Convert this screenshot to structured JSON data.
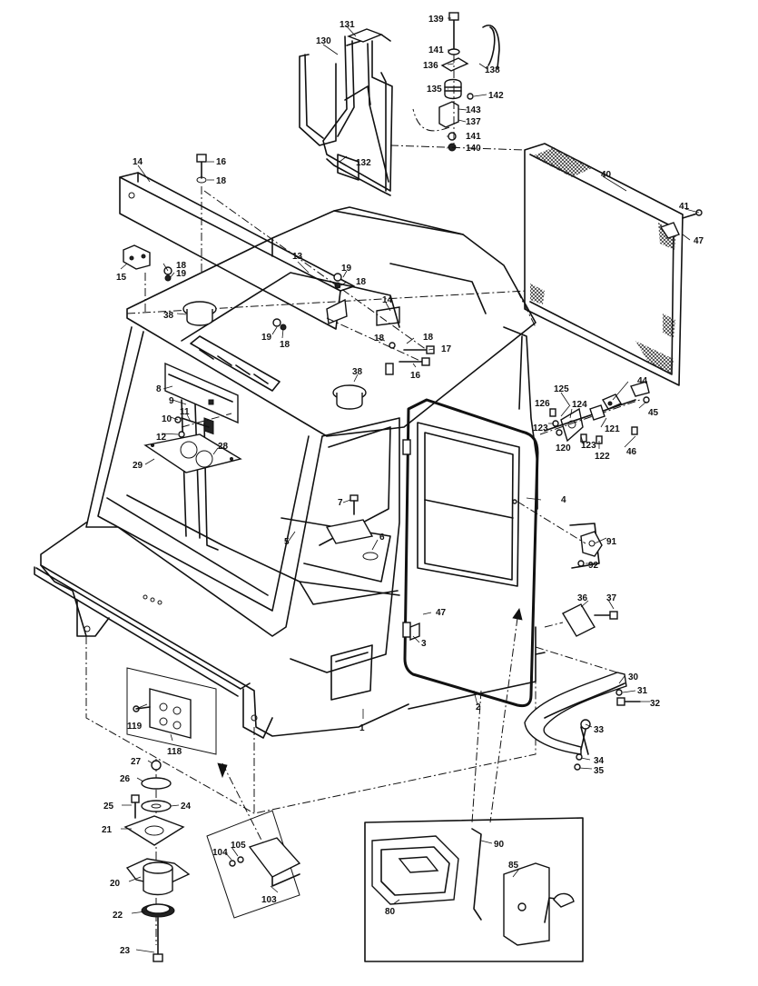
{
  "diagram": {
    "callouts": [
      {
        "id": "c131",
        "text": "131"
      },
      {
        "id": "c130",
        "text": "130"
      },
      {
        "id": "c132",
        "text": "132"
      },
      {
        "id": "c139",
        "text": "139"
      },
      {
        "id": "c141a",
        "text": "141"
      },
      {
        "id": "c136",
        "text": "136"
      },
      {
        "id": "c138",
        "text": "138"
      },
      {
        "id": "c135",
        "text": "135"
      },
      {
        "id": "c142",
        "text": "142"
      },
      {
        "id": "c143",
        "text": "143"
      },
      {
        "id": "c137",
        "text": "137"
      },
      {
        "id": "c141b",
        "text": "141"
      },
      {
        "id": "c140",
        "text": "140"
      },
      {
        "id": "c14a",
        "text": "14"
      },
      {
        "id": "c16a",
        "text": "16"
      },
      {
        "id": "c18a",
        "text": "18"
      },
      {
        "id": "c40",
        "text": "40"
      },
      {
        "id": "c41",
        "text": "41"
      },
      {
        "id": "c47a",
        "text": "47"
      },
      {
        "id": "c13",
        "text": "13"
      },
      {
        "id": "c18b",
        "text": "18"
      },
      {
        "id": "c19a",
        "text": "19"
      },
      {
        "id": "c15",
        "text": "15"
      },
      {
        "id": "c19b",
        "text": "19"
      },
      {
        "id": "c18c",
        "text": "18"
      },
      {
        "id": "c14b",
        "text": "14"
      },
      {
        "id": "c38a",
        "text": "38"
      },
      {
        "id": "c19c",
        "text": "19"
      },
      {
        "id": "c18d",
        "text": "18"
      },
      {
        "id": "c18e",
        "text": "18"
      },
      {
        "id": "c17",
        "text": "17"
      },
      {
        "id": "c18f",
        "text": "18"
      },
      {
        "id": "c16b",
        "text": "16"
      },
      {
        "id": "c38b",
        "text": "38"
      },
      {
        "id": "c44",
        "text": "44"
      },
      {
        "id": "c125",
        "text": "125"
      },
      {
        "id": "c126",
        "text": "126"
      },
      {
        "id": "c124",
        "text": "124"
      },
      {
        "id": "c45",
        "text": "45"
      },
      {
        "id": "c123a",
        "text": "123"
      },
      {
        "id": "c121",
        "text": "121"
      },
      {
        "id": "c123b",
        "text": "123"
      },
      {
        "id": "c120",
        "text": "120"
      },
      {
        "id": "c122",
        "text": "122"
      },
      {
        "id": "c46",
        "text": "46"
      },
      {
        "id": "c8",
        "text": "8"
      },
      {
        "id": "c9",
        "text": "9"
      },
      {
        "id": "c11",
        "text": "11"
      },
      {
        "id": "c10",
        "text": "10"
      },
      {
        "id": "c12",
        "text": "12"
      },
      {
        "id": "c28",
        "text": "28"
      },
      {
        "id": "c29",
        "text": "29"
      },
      {
        "id": "c7",
        "text": "7"
      },
      {
        "id": "c4",
        "text": "4"
      },
      {
        "id": "c5",
        "text": "5"
      },
      {
        "id": "c6",
        "text": "6"
      },
      {
        "id": "c91",
        "text": "91"
      },
      {
        "id": "c92",
        "text": "92"
      },
      {
        "id": "c36",
        "text": "36"
      },
      {
        "id": "c37",
        "text": "37"
      },
      {
        "id": "c47b",
        "text": "47"
      },
      {
        "id": "c3",
        "text": "3"
      },
      {
        "id": "c30",
        "text": "30"
      },
      {
        "id": "c31",
        "text": "31"
      },
      {
        "id": "c32",
        "text": "32"
      },
      {
        "id": "c2",
        "text": "2"
      },
      {
        "id": "c1",
        "text": "1"
      },
      {
        "id": "c119",
        "text": "119"
      },
      {
        "id": "c118",
        "text": "118"
      },
      {
        "id": "c33",
        "text": "33"
      },
      {
        "id": "c34",
        "text": "34"
      },
      {
        "id": "c35",
        "text": "35"
      },
      {
        "id": "c27",
        "text": "27"
      },
      {
        "id": "c26",
        "text": "26"
      },
      {
        "id": "c25",
        "text": "25"
      },
      {
        "id": "c24",
        "text": "24"
      },
      {
        "id": "c21",
        "text": "21"
      },
      {
        "id": "c104",
        "text": "104"
      },
      {
        "id": "c105",
        "text": "105"
      },
      {
        "id": "c103",
        "text": "103"
      },
      {
        "id": "c20",
        "text": "20"
      },
      {
        "id": "c90",
        "text": "90"
      },
      {
        "id": "c85",
        "text": "85"
      },
      {
        "id": "c80",
        "text": "80"
      },
      {
        "id": "c22",
        "text": "22"
      },
      {
        "id": "c23",
        "text": "23"
      }
    ]
  }
}
